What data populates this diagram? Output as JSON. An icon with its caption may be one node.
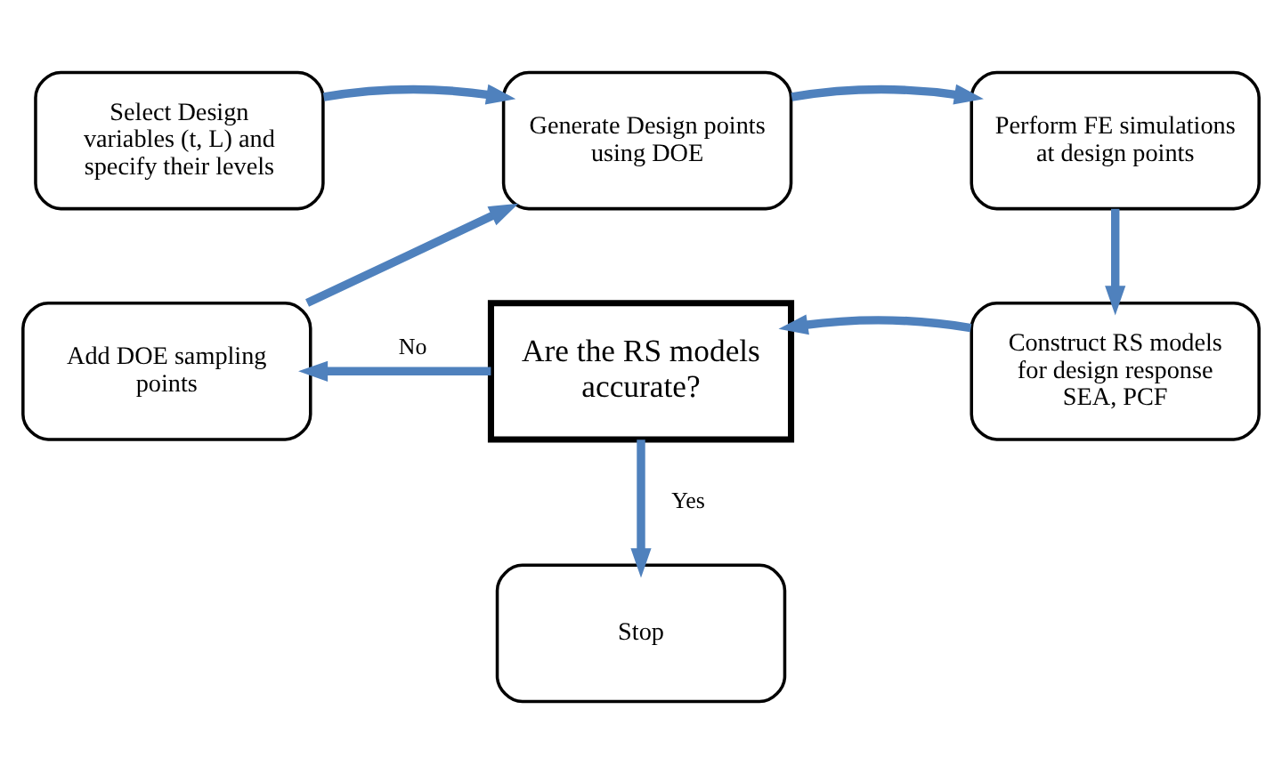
{
  "diagram": {
    "nodes": [
      {
        "text": [
          "Select Design variables (t, L) and specify their levels"
        ]
      },
      {
        "text": [
          "Generate Design points using DOE"
        ]
      },
      {
        "text": [
          "Perform FE simulations at design points"
        ]
      },
      {
        "text": [
          "Construct RS models for design response SEA, PCF"
        ]
      },
      {
        "text": [
          "Are the RS models accurate?"
        ]
      },
      {
        "text": [
          "Add DOE sampling points"
        ]
      },
      {
        "text": [
          "Stop"
        ]
      }
    ],
    "edges": [
      {
        "from": 0,
        "to": 1,
        "arrow": "to"
      },
      {
        "from": 1,
        "to": 2,
        "arrow": "to"
      },
      {
        "from": 2,
        "to": 3,
        "arrow": "to"
      },
      {
        "from": 3,
        "to": 4,
        "arrow": "to"
      },
      {
        "from": 4,
        "to": 5,
        "arrow": "to",
        "label": "No"
      },
      {
        "from": 5,
        "to": 1,
        "arrow": "to"
      },
      {
        "from": 4,
        "to": 6,
        "arrow": "to",
        "label": "Yes"
      }
    ]
  }
}
